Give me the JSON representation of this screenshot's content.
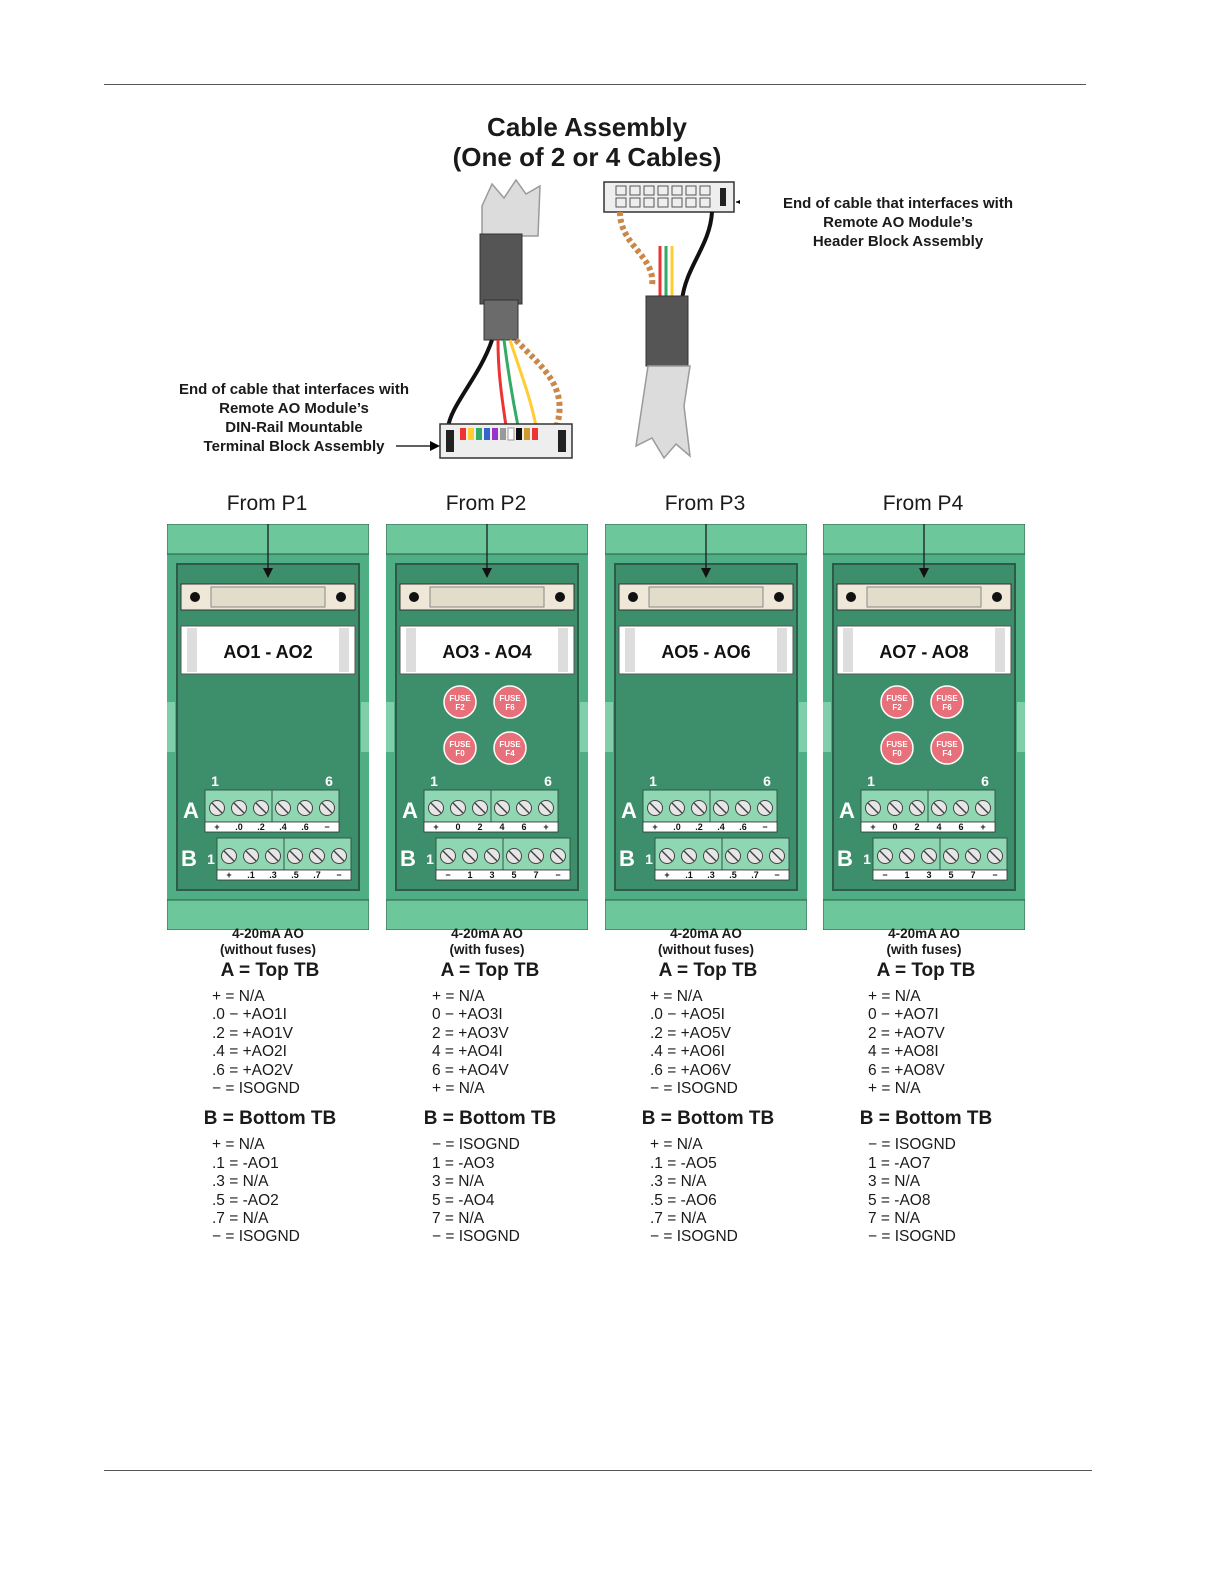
{
  "title_line1": "Cable Assembly",
  "title_line2": "(One of 2 or 4 Cables)",
  "callout_top": [
    "End of cable that interfaces with",
    "Remote AO Module’s",
    "Header Block Assembly"
  ],
  "callout_bottom": [
    "End of cable that interfaces with",
    "Remote AO Module’s",
    "DIN-Rail Mountable",
    "Terminal Block Assembly"
  ],
  "row_a": "A",
  "row_b": "B",
  "pin_first": "1",
  "pin_last": "6",
  "colors": {
    "module_green": "#3d8e6b",
    "rail_green": "#4fae84",
    "fuse_red": "#e8707a",
    "panel_dark": "#2f5a4a"
  },
  "modules": [
    {
      "from": "From P1",
      "label": "AO1 - AO2",
      "fused": false,
      "type_line1": "4-20mA AO",
      "type_line2": "(without fuses)",
      "a_title": "A = Top TB",
      "b_title": "B = Bottom TB",
      "a_pins": [
        "+",
        ".0",
        ".2",
        ".4",
        ".6",
        "−"
      ],
      "b_pins": [
        "+",
        ".1",
        ".3",
        ".5",
        ".7",
        "−"
      ],
      "a_items": [
        "+ = N/A",
        ".0 − +AO1I",
        ".2 = +AO1V",
        ".4 = +AO2I",
        ".6 = +AO2V",
        "− = ISOGND"
      ],
      "b_items": [
        "+ = N/A",
        ".1 = -AO1",
        ".3 = N/A",
        ".5 = -AO2",
        ".7 = N/A",
        "− = ISOGND"
      ]
    },
    {
      "from": "From P2",
      "label": "AO3 - AO4",
      "fused": true,
      "fuses": [
        [
          "FUSE",
          "F2"
        ],
        [
          "FUSE",
          "F6"
        ],
        [
          "FUSE",
          "F0"
        ],
        [
          "FUSE",
          "F4"
        ]
      ],
      "type_line1": "4-20mA AO",
      "type_line2": "(with fuses)",
      "a_title": "A = Top TB",
      "b_title": "B = Bottom TB",
      "a_pins": [
        "+",
        "0",
        "2",
        "4",
        "6",
        "+"
      ],
      "b_pins": [
        "−",
        "1",
        "3",
        "5",
        "7",
        "−"
      ],
      "a_items": [
        "+ = N/A",
        "0 − +AO3I",
        "2 = +AO3V",
        "4 = +AO4I",
        "6 = +AO4V",
        "+ = N/A"
      ],
      "b_items": [
        "− = ISOGND",
        "1 = -AO3",
        "3 = N/A",
        "5 = -AO4",
        "7 = N/A",
        "− = ISOGND"
      ]
    },
    {
      "from": "From P3",
      "label": "AO5 - AO6",
      "fused": false,
      "type_line1": "4-20mA AO",
      "type_line2": "(without fuses)",
      "a_title": "A = Top TB",
      "b_title": "B = Bottom TB",
      "a_pins": [
        "+",
        ".0",
        ".2",
        ".4",
        ".6",
        "−"
      ],
      "b_pins": [
        "+",
        ".1",
        ".3",
        ".5",
        ".7",
        "−"
      ],
      "a_items": [
        "+ = N/A",
        ".0 − +AO5I",
        ".2 = +AO5V",
        ".4 = +AO6I",
        ".6 = +AO6V",
        "− = ISOGND"
      ],
      "b_items": [
        "+ = N/A",
        ".1 = -AO5",
        ".3 = N/A",
        ".5 = -AO6",
        ".7 = N/A",
        "− = ISOGND"
      ]
    },
    {
      "from": "From P4",
      "label": "AO7 - AO8",
      "fused": true,
      "fuses": [
        [
          "FUSE",
          "F2"
        ],
        [
          "FUSE",
          "F6"
        ],
        [
          "FUSE",
          "F0"
        ],
        [
          "FUSE",
          "F4"
        ]
      ],
      "type_line1": "4-20mA AO",
      "type_line2": "(with fuses)",
      "a_title": "A = Top TB",
      "b_title": "B = Bottom TB",
      "a_pins": [
        "+",
        "0",
        "2",
        "4",
        "6",
        "+"
      ],
      "b_pins": [
        "−",
        "1",
        "3",
        "5",
        "7",
        "−"
      ],
      "a_items": [
        "+ = N/A",
        "0 − +AO7I",
        "2 = +AO7V",
        "4 = +AO8I",
        "6 = +AO8V",
        "+ = N/A"
      ],
      "b_items": [
        "− = ISOGND",
        "1 = -AO7",
        "3 = N/A",
        "5 = -AO8",
        "7 = N/A",
        "− = ISOGND"
      ]
    }
  ]
}
